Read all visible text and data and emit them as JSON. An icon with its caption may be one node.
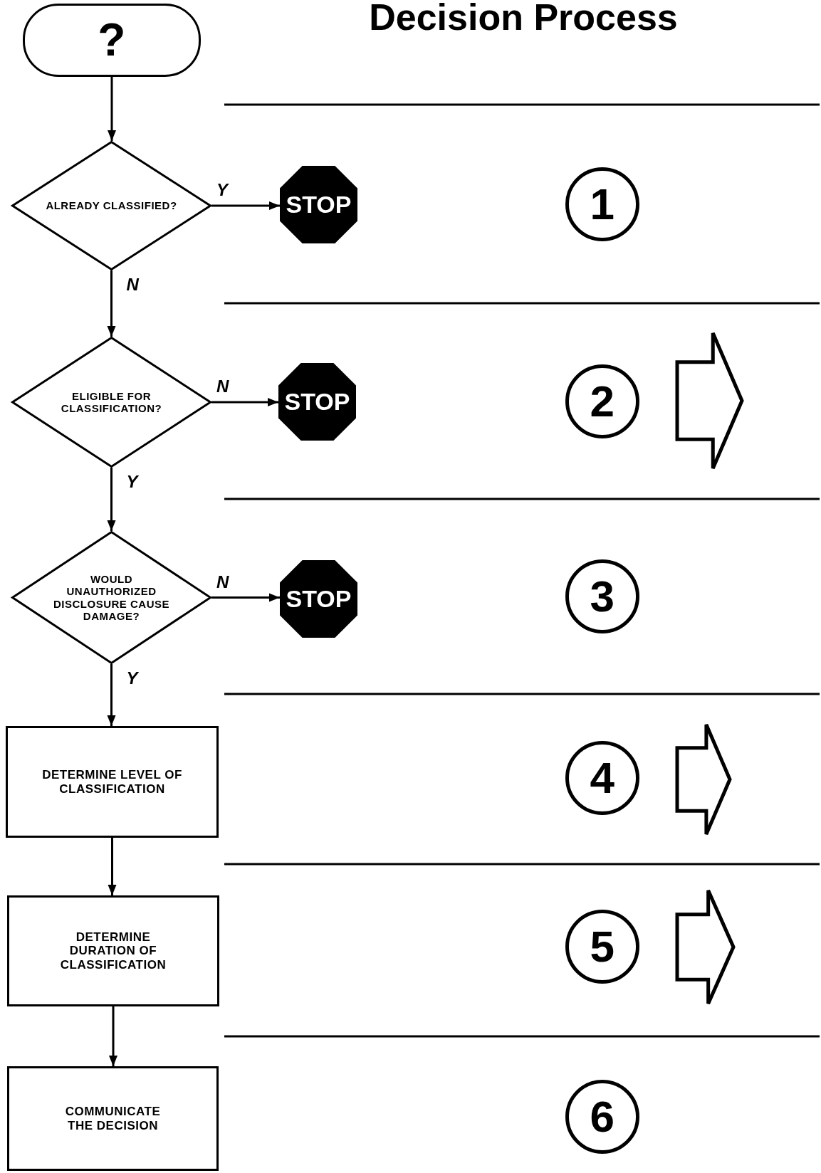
{
  "diagram": {
    "title": "Decision Process",
    "nodes": [
      {
        "text": [
          "?"
        ]
      },
      {
        "text": [
          "ALREADY CLASSIFIED?"
        ]
      },
      {
        "text": [
          "STOP"
        ]
      },
      {
        "text": [
          "ELIGIBLE FOR CLASSIFICATION?"
        ]
      },
      {
        "text": [
          "STOP"
        ]
      },
      {
        "text": [
          "WOULD UNAUTHORIZED DISCLOSURE CAUSE DAMAGE?"
        ]
      },
      {
        "text": [
          "STOP"
        ]
      },
      {
        "text": [
          "DETERMINE LEVEL OF CLASSIFICATION"
        ]
      },
      {
        "text": [
          "DETERMINE DURATION OF CLASSIFICATION"
        ]
      },
      {
        "text": [
          "COMMUNICATE THE DECISION"
        ]
      },
      {
        "text": [
          "1"
        ]
      },
      {
        "text": [
          "2"
        ]
      },
      {
        "text": [],
        "shape": "arrow"
      },
      {
        "text": [
          "3"
        ]
      },
      {
        "text": [
          "4"
        ]
      },
      {
        "text": [],
        "shape": "arrow"
      },
      {
        "text": [
          "5"
        ]
      },
      {
        "text": [],
        "shape": "arrow"
      },
      {
        "text": [
          "6"
        ]
      }
    ],
    "edges": [
      {
        "from": 0,
        "to": 1,
        "arrow": "to"
      },
      {
        "from": 1,
        "to": 2,
        "arrow": "to",
        "label": "Y"
      },
      {
        "from": 1,
        "to": 3,
        "arrow": "to",
        "label": "N"
      },
      {
        "from": 3,
        "to": 4,
        "arrow": "to",
        "label": "N"
      },
      {
        "from": 3,
        "to": 5,
        "arrow": "to",
        "label": "Y"
      },
      {
        "from": 5,
        "to": 6,
        "arrow": "to",
        "label": "N"
      },
      {
        "from": 5,
        "to": 7,
        "arrow": "to",
        "label": "Y"
      },
      {
        "from": 7,
        "to": 8,
        "arrow": "to"
      },
      {
        "from": 8,
        "to": 9,
        "arrow": "to"
      }
    ]
  }
}
